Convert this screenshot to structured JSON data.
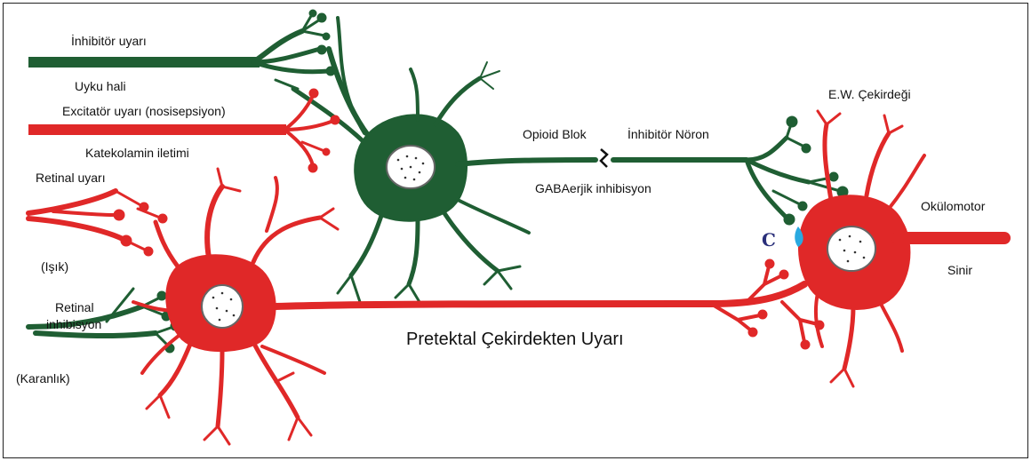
{
  "labels": {
    "inhibitor_stimulus": "İnhibitör uyarı",
    "sleep_state": "Uyku hali",
    "excitatory_stimulus": "Excitatör uyarı (nosisepsiyon)",
    "catecholamine_transmission": "Katekolamin iletimi",
    "retinal_stimulus": "Retinal uyarı",
    "light": "(Işık)",
    "retinal_inhibition_line1": "Retinal",
    "retinal_inhibition_line2": "inhibisyon",
    "darkness": "(Karanlık)",
    "opioid_block": "Opioid Blok",
    "inhibitor_neuron": "İnhibitör Nöron",
    "gaba_inhibition": "GABAerjik inhibisyon",
    "ew_nucleus": "E.W. Çekirdeği",
    "oculomotor": "Okülomotor",
    "nerve": "Sinir",
    "pretectal": "Pretektal Çekirdekten Uyarı",
    "c_mark": "C"
  },
  "colors": {
    "green_neuron": "#1f5e33",
    "red_neuron": "#e02828",
    "blue_drop": "#29a9e0"
  }
}
